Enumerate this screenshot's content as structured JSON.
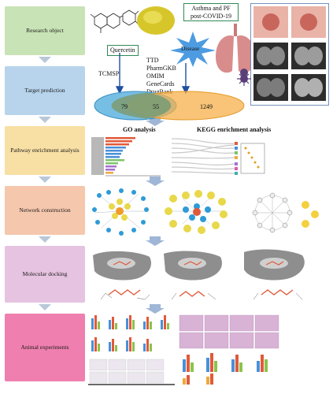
{
  "steps": [
    {
      "label": "Research object",
      "color": "#c8e3b5"
    },
    {
      "label": "Target prediction",
      "color": "#b7d4ec"
    },
    {
      "label": "Pathway enrichment analysis",
      "color": "#f8dfa4"
    },
    {
      "label": "Network construction",
      "color": "#f5c7ad"
    },
    {
      "label": "Molecular docking",
      "color": "#e6c3e0"
    },
    {
      "label": "Animal experiments",
      "color": "#ef7fae"
    }
  ],
  "research": {
    "compound": "Quercetin",
    "disease_title": "Asthma and PF post-COVID-19",
    "disease": "Disease"
  },
  "target": {
    "left_db": "TCMSP",
    "right_dbs": [
      "TTD",
      "PharmGKB",
      "OMIM",
      "GeneCards",
      "DrugBank"
    ],
    "venn": {
      "left_only": "79",
      "overlap": "55",
      "right_only": "1249"
    }
  },
  "pathway": {
    "go_title": "GO analysis",
    "kegg_title": "KEGG enrichment analysis"
  },
  "colors": {
    "arrow": "#1f4fa0",
    "venn_left": "#3aa0d8",
    "venn_right": "#f5a623"
  }
}
